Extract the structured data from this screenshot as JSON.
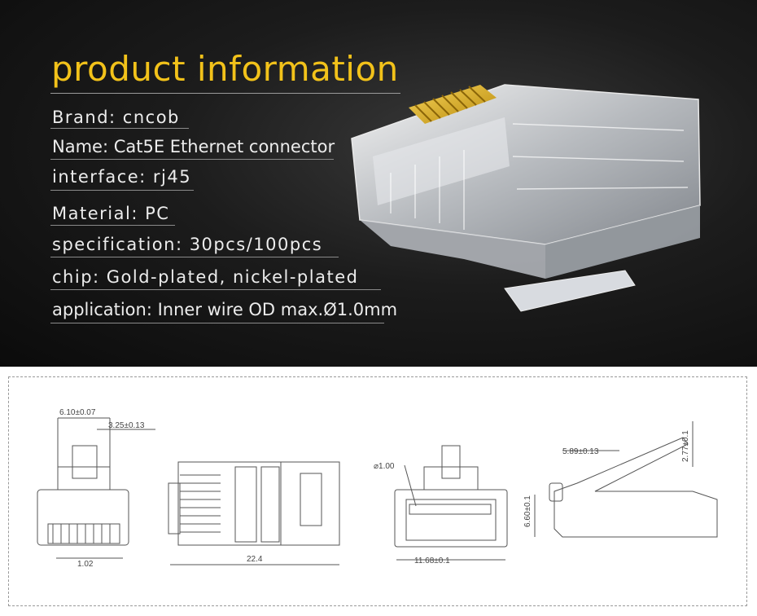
{
  "title": "product information",
  "specs": [
    {
      "key": "brand",
      "text": "Brand: cncob"
    },
    {
      "key": "name",
      "text": "Name: Cat5E Ethernet connector"
    },
    {
      "key": "interface",
      "text": "interface: rj45"
    },
    {
      "key": "material",
      "text": "Material: PC"
    },
    {
      "key": "specification",
      "text": "specification: 30pcs/100pcs"
    },
    {
      "key": "chip",
      "text": "chip: Gold-plated, nickel-plated"
    },
    {
      "key": "application",
      "text": "application: Inner wire OD max.Ø1.0mm"
    }
  ],
  "dimensions": {
    "front_width": "6.10±0.07",
    "front_offset": "3.25±0.13",
    "pin_pitch": "1.02",
    "length": "22.4",
    "wire_dia": "⌀1.00",
    "rear_width": "11.68±0.1",
    "latch_offset": "5.89±0.13",
    "latch_height": "2.77±0.1",
    "body_height": "6.60±0.1"
  },
  "colors": {
    "title": "#f2c21a",
    "gold_contacts": "#d9a915",
    "background": "#111111"
  }
}
